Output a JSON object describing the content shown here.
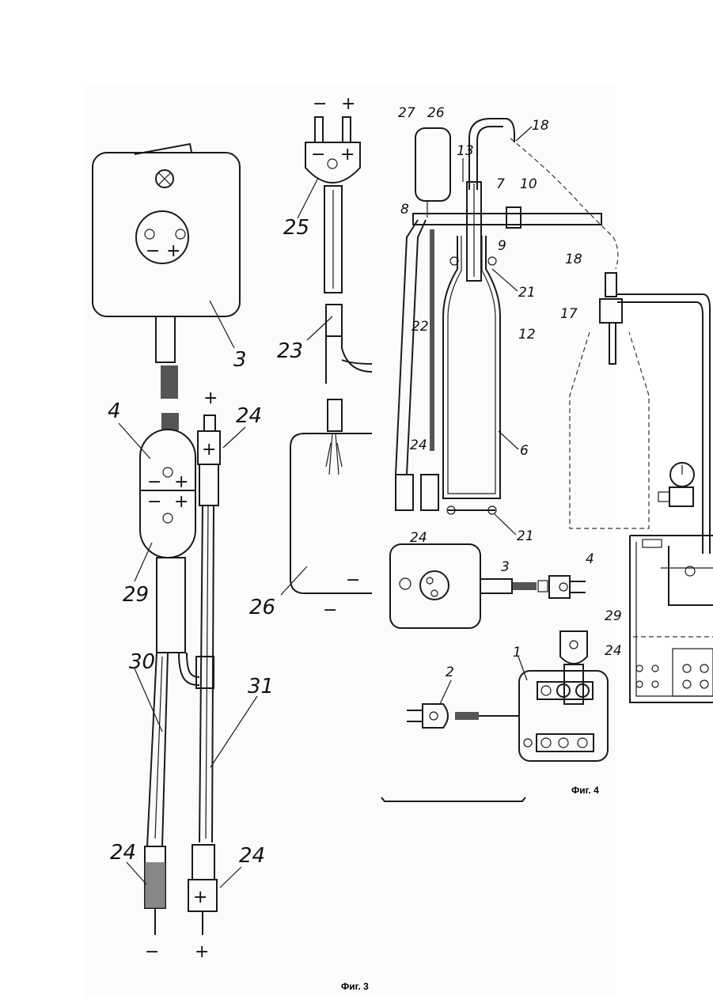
{
  "figures": [
    {
      "id": "fig3",
      "caption": "Фиг. 3"
    },
    {
      "id": "fig4",
      "caption": "Фиг. 4"
    }
  ],
  "fig3_labels": {
    "plug_25": "25",
    "socket_3": "3",
    "connector_4": "4",
    "terminal_24_top": "24",
    "connector_29": "29",
    "lead_30": "30",
    "lead_31": "31",
    "terminal_24_bottom_left": "24",
    "terminal_24_bottom_right": "24",
    "hose_23": "23",
    "bag_26": "26"
  },
  "fig3_signs": {
    "top_minus": "−",
    "top_plus": "+",
    "plug_minus": "−",
    "plug_plus": "+",
    "socket_minus": "−",
    "socket_plus": "+",
    "conn4_minus": "−",
    "conn4_plus": "+",
    "conn29_minus": "−",
    "conn29_plus": "+",
    "lead31_top_plus": "+",
    "term24_plus": "+",
    "term24_br_plus": "+",
    "bottom_minus": "−",
    "bottom_plus": "+",
    "bag_minus": "−",
    "bag_bottom_minus": "−"
  },
  "fig4_labels": {
    "l27": "27",
    "l26": "26",
    "l18a": "18",
    "l13": "13",
    "l7": "7",
    "l10": "10",
    "l8": "8",
    "l18b": "18",
    "l9": "9",
    "l21a": "21",
    "l17": "17",
    "l22": "22",
    "l12": "12",
    "l6": "6",
    "l24a": "24",
    "l24b": "24",
    "l21b": "21",
    "l3": "3",
    "l4": "4",
    "l29": "29",
    "l24c": "24",
    "l1": "1",
    "l2": "2"
  },
  "icons": [
    "lamp-indicator-icon",
    "screw-icon",
    "gauge-icon"
  ]
}
